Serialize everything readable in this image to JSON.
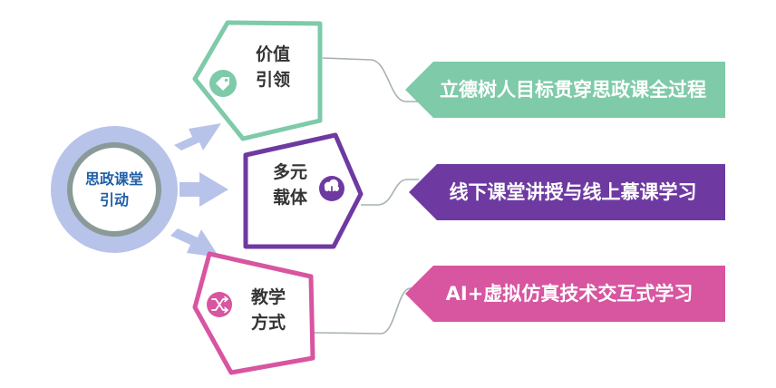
{
  "center": {
    "line1": "思政课堂",
    "line2": "引动"
  },
  "items": [
    {
      "line1": "价值",
      "line2": "引领",
      "banner": "立德树人目标贯穿思政课全过程",
      "icon": "tag-icon"
    },
    {
      "line1": "多元",
      "line2": "载体",
      "banner": "线下课堂讲授与线上慕课学习",
      "icon": "cloud-download-icon"
    },
    {
      "line1": "教学",
      "line2": "方式",
      "banner": "AI+虚拟仿真技术交互式学习",
      "icon": "shuffle-icon"
    }
  ],
  "colors": {
    "ring": "#b8c3ea",
    "ring_inner": "#8a9a98",
    "item1": "#7ecaa9",
    "item2": "#6e3aa1",
    "item3": "#d855a0",
    "connector": "#a9b2b2",
    "center_text": "#1f5fa8",
    "label_text": "#333333"
  }
}
